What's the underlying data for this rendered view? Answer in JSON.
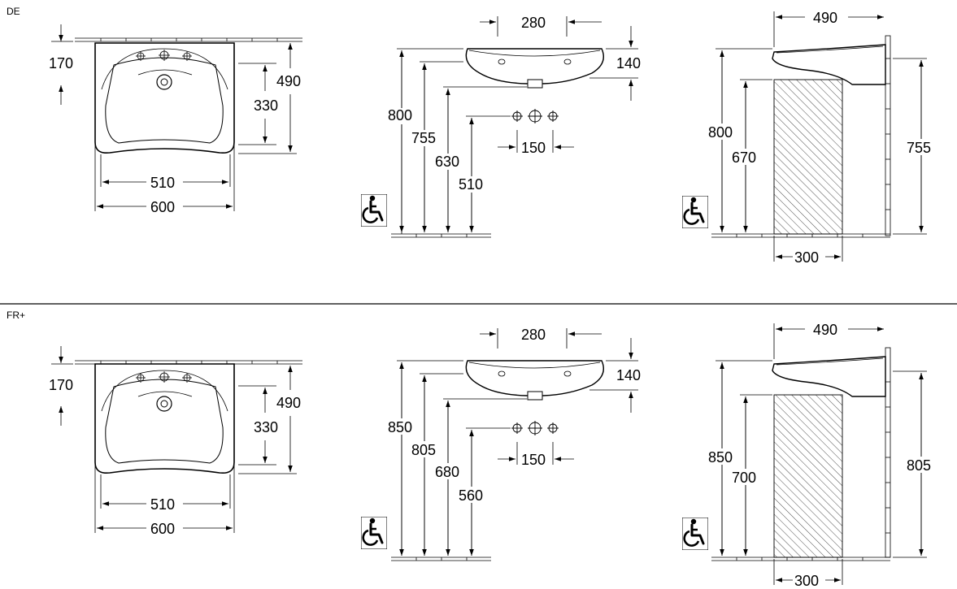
{
  "sections": [
    {
      "label": "DE",
      "top_view": {
        "depth_top": "170",
        "depth_drain": "330",
        "depth_total": "490",
        "inner_width": "510",
        "total_width": "600"
      },
      "front_view": {
        "bowl_width": "280",
        "bowl_height": "140",
        "rim_height": "800",
        "underside_height": "755",
        "waste_height": "630",
        "tap_height": "510",
        "tap_spacing": "150"
      },
      "side_view": {
        "projection": "490",
        "rim_height": "800",
        "clearance_height": "670",
        "wall_height": "755",
        "knee_depth": "300"
      }
    },
    {
      "label": "FR+",
      "top_view": {
        "depth_top": "170",
        "depth_drain": "330",
        "depth_total": "490",
        "inner_width": "510",
        "total_width": "600"
      },
      "front_view": {
        "bowl_width": "280",
        "bowl_height": "140",
        "rim_height": "850",
        "underside_height": "805",
        "waste_height": "680",
        "tap_height": "560",
        "tap_spacing": "150"
      },
      "side_view": {
        "projection": "490",
        "rim_height": "850",
        "clearance_height": "700",
        "wall_height": "805",
        "knee_depth": "300"
      }
    }
  ],
  "icons": [
    "wheelchair-icon"
  ],
  "colors": {
    "line": "#000000",
    "background": "#ffffff"
  }
}
